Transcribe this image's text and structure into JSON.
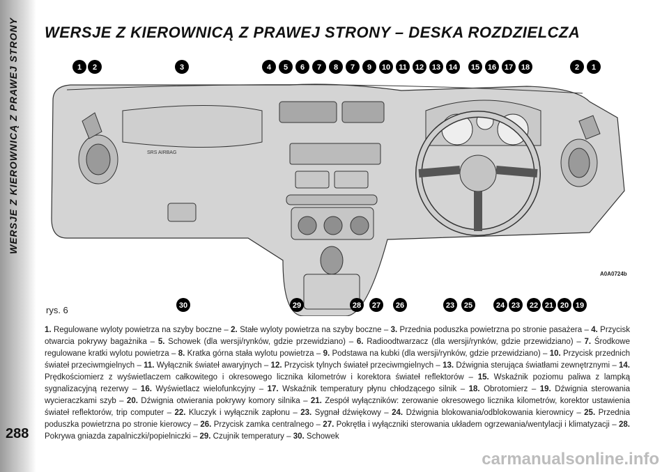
{
  "sidebar": {
    "section": "WERSJE Z KIEROWNICĄ Z PRAWEJ STRONY",
    "page_number": "288"
  },
  "title": "WERSJE Z KIEROWNICĄ Z PRAWEJ STRONY – DESKA ROZDZIELCZA",
  "figure": {
    "code": "A0A0724b",
    "airbag_label": "SRS AIRBAG",
    "caption": "rys. 6",
    "top_callouts": [
      "1",
      "2",
      "3",
      "4",
      "5",
      "6",
      "7",
      "8",
      "7",
      "9",
      "10",
      "11",
      "12",
      "13",
      "14",
      "15",
      "16",
      "17",
      "18",
      "2",
      "1"
    ],
    "bottom_callouts": [
      "30",
      "29",
      "28",
      "27",
      "26",
      "23",
      "25",
      "24",
      "23",
      "22",
      "21",
      "20",
      "19"
    ]
  },
  "legend": [
    {
      "num": "1.",
      "text": "Regulowane wyloty powietrza na szyby boczne"
    },
    {
      "num": "2.",
      "text": "Stałe wyloty powietrza na szyby boczne"
    },
    {
      "num": "3.",
      "text": "Przednia poduszka powietrzna po stronie pasażera"
    },
    {
      "num": "4.",
      "text": "Przycisk otwarcia pokrywy bagażnika"
    },
    {
      "num": "5.",
      "text": "Schowek (dla wersji/rynków, gdzie przewidziano)"
    },
    {
      "num": "6.",
      "text": "Radioodtwarzacz (dla wersji/rynków, gdzie przewidziano)"
    },
    {
      "num": "7.",
      "text": "Środkowe regulowane kratki wylotu powietrza"
    },
    {
      "num": "8.",
      "text": "Kratka górna stała wylotu powietrza"
    },
    {
      "num": "9.",
      "text": "Podstawa na kubki (dla wersji/rynków, gdzie przewidziano)"
    },
    {
      "num": "10.",
      "text": "Przycisk przednich świateł przeciwmgielnych"
    },
    {
      "num": "11.",
      "text": "Wyłącznik świateł awaryjnych"
    },
    {
      "num": "12.",
      "text": "Przycisk tylnych świateł przeciwmgielnych"
    },
    {
      "num": "13.",
      "text": "Dźwignia sterująca światłami zewnętrznymi"
    },
    {
      "num": "14.",
      "text": "Prędkościomierz z wyświetlaczem całkowitego i okresowego licznika kilometrów i korektora świateł reflektorów"
    },
    {
      "num": "15.",
      "text": "Wskaźnik poziomu paliwa z lampką sygnalizacyjną rezerwy"
    },
    {
      "num": "16.",
      "text": "Wyświetlacz wielofunkcyjny"
    },
    {
      "num": "17.",
      "text": "Wskaźnik temperatury płynu chłodzącego silnik"
    },
    {
      "num": "18.",
      "text": "Obrotomierz"
    },
    {
      "num": "19.",
      "text": "Dźwignia sterowania wycieraczkami szyb"
    },
    {
      "num": "20.",
      "text": "Dźwignia otwierania pokrywy komory silnika"
    },
    {
      "num": "21.",
      "text": "Zespół wyłączników: zerowanie okresowego licznika kilometrów, korektor ustawienia świateł reflektorów, trip computer"
    },
    {
      "num": "22.",
      "text": "Kluczyk i wyłącznik zapłonu"
    },
    {
      "num": "23.",
      "text": "Sygnał dźwiękowy"
    },
    {
      "num": "24.",
      "text": "Dźwignia blokowania/odblokowania kierownicy"
    },
    {
      "num": "25.",
      "text": "Przednia poduszka powietrzna po stronie kierowcy"
    },
    {
      "num": "26.",
      "text": "Przycisk zamka centralnego"
    },
    {
      "num": "27.",
      "text": "Pokrętła i wyłączniki sterowania układem ogrzewania/wentylacji i klimatyzacji"
    },
    {
      "num": "28.",
      "text": "Pokrywa gniazda zapalniczki/popielniczki"
    },
    {
      "num": "29.",
      "text": "Czujnik temperatury"
    },
    {
      "num": "30.",
      "text": "Schowek"
    }
  ],
  "watermark": "carmanualsonline.info"
}
